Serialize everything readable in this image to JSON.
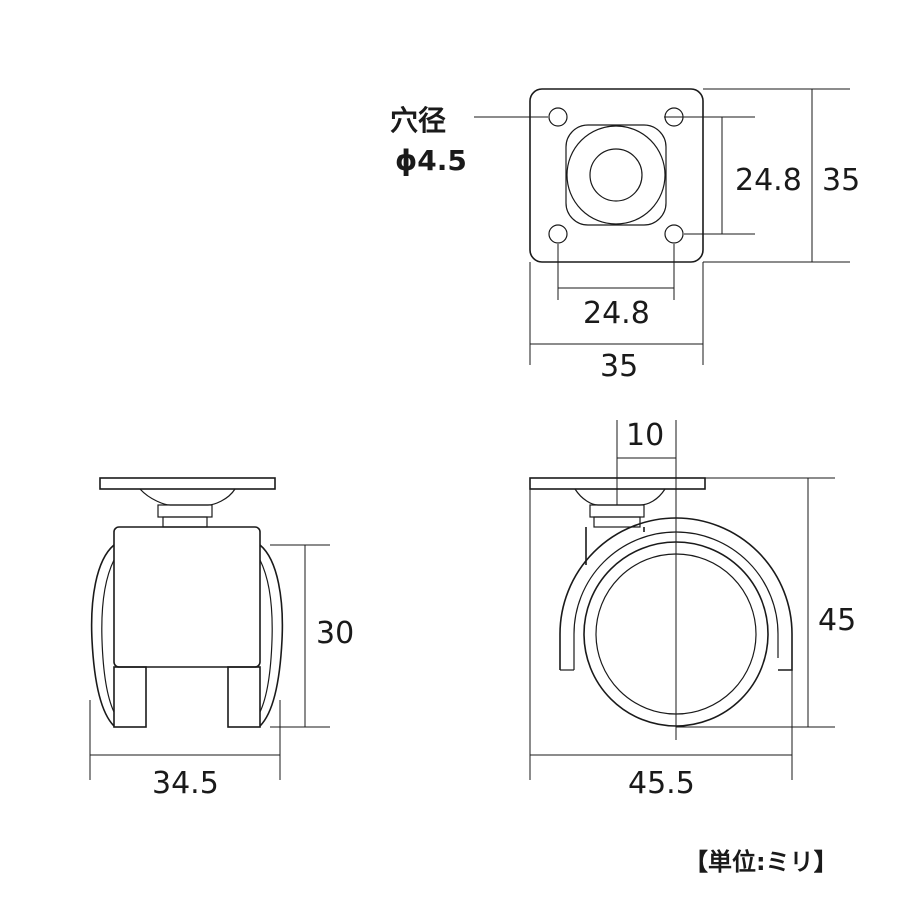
{
  "hole_note": {
    "line1": "穴径",
    "line2": "ϕ4.5"
  },
  "top_view": {
    "hole_spacing_vertical": "24.8",
    "plate_height": "35",
    "hole_spacing_horizontal": "24.8",
    "plate_width": "35"
  },
  "front_view": {
    "body_height": "30",
    "overall_width": "34.5"
  },
  "side_view": {
    "offset": "10",
    "overall_height": "45",
    "overall_length": "45.5"
  },
  "unit_label": "【単位:ミリ】"
}
